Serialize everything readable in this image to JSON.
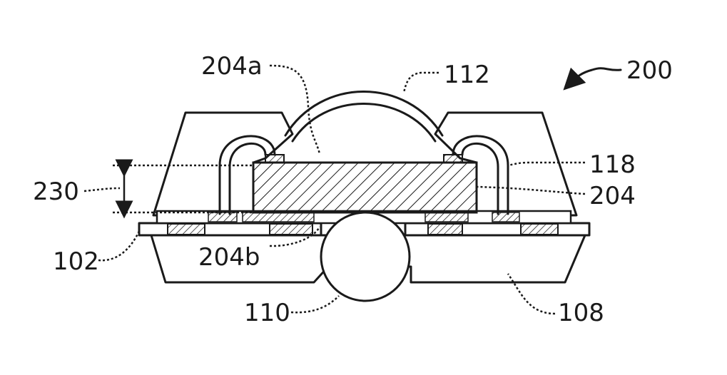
{
  "figure": {
    "labels": {
      "l200": "200",
      "l204a": "204a",
      "l112": "112",
      "l118": "118",
      "l204": "204",
      "l230": "230",
      "l102": "102",
      "l204b": "204b",
      "l110": "110",
      "l108": "108"
    }
  }
}
